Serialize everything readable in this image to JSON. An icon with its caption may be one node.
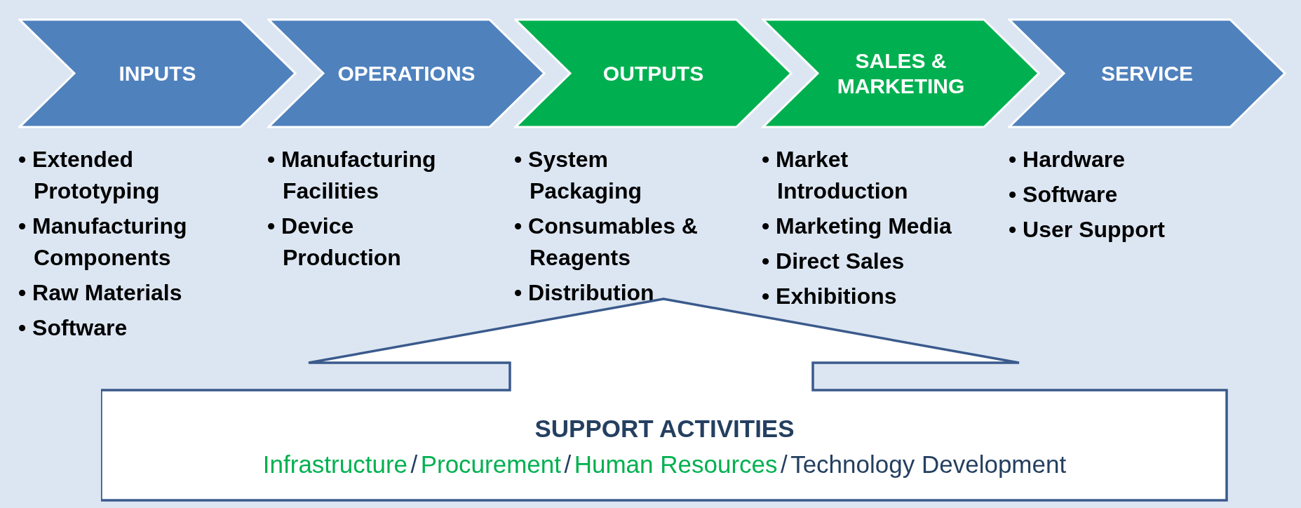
{
  "diagram": {
    "nodes": [
      {
        "text": [
          "INPUTS"
        ]
      },
      {
        "text": [
          "OPERATIONS"
        ]
      },
      {
        "text": [
          "OUTPUTS"
        ]
      },
      {
        "text": [
          "SALES & MARKETING"
        ]
      },
      {
        "text": [
          "SERVICE"
        ]
      },
      {
        "text": [
          "SUPPORT ACTIVITIES",
          "Infrastructure",
          "Procurement",
          "Human Resources",
          "Technology Development"
        ]
      }
    ],
    "labels": [
      "• Extended Prototyping",
      "• Manufacturing Components",
      "• Raw Materials",
      "• Software",
      "• Manufacturing Facilities",
      "• Device Production",
      "• System Packaging",
      "• Consumables & Reagents",
      "• Distribution",
      "• Market Introduction",
      "• Marketing Media",
      "• Direct Sales",
      "• Exhibitions",
      "• Hardware",
      "• Software",
      "• User Support",
      "/",
      "/",
      "/"
    ]
  }
}
